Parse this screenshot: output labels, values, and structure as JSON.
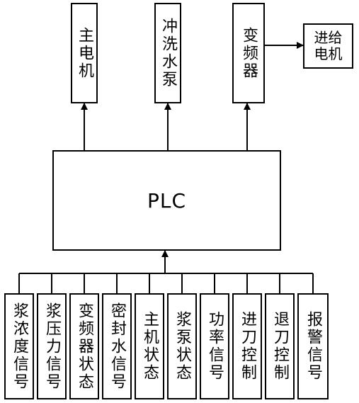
{
  "outputs": [
    {
      "label": "主电机"
    },
    {
      "label": "冲洗水泵"
    },
    {
      "label": "变频器"
    }
  ],
  "feed_motor": {
    "label": "进给电机"
  },
  "controller": {
    "label": "PLC"
  },
  "inputs": [
    {
      "label": "浆浓度信号"
    },
    {
      "label": "浆压力信号"
    },
    {
      "label": "变频器状态"
    },
    {
      "label": "密封水信号"
    },
    {
      "label": "主机状态"
    },
    {
      "label": "浆泵状态"
    },
    {
      "label": "功率信号"
    },
    {
      "label": "进刀控制"
    },
    {
      "label": "退刀控制"
    },
    {
      "label": "报警信号"
    }
  ]
}
